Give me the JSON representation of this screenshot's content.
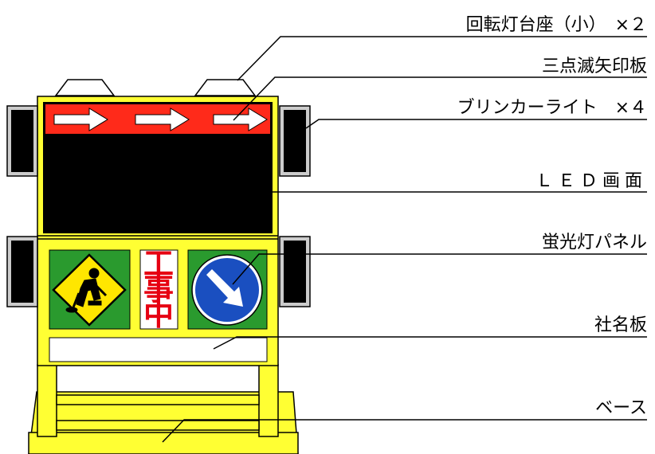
{
  "labels": {
    "rotating_light_base": "回転灯台座（小）　×２",
    "arrow_board": "三点滅矢印板",
    "blinker_light": "ブリンカーライト　×４",
    "led_screen": "ＬＥＤ画面",
    "fluorescent_panel": "蛍光灯パネル",
    "company_plate": "社名板",
    "base": "ベース"
  },
  "construction_sign": {
    "line1": "工",
    "line2": "事",
    "line3": "中"
  },
  "colors": {
    "frame_yellow": "#ffff33",
    "arrow_red": "#ff2a1a",
    "panel_green": "#2a9a2e",
    "sign_blue": "#1a4fc0",
    "kanji_red": "#e60012",
    "warning_yellow": "#ffe600",
    "screen_black": "#000000",
    "lamp_gray": "#cccccc"
  }
}
